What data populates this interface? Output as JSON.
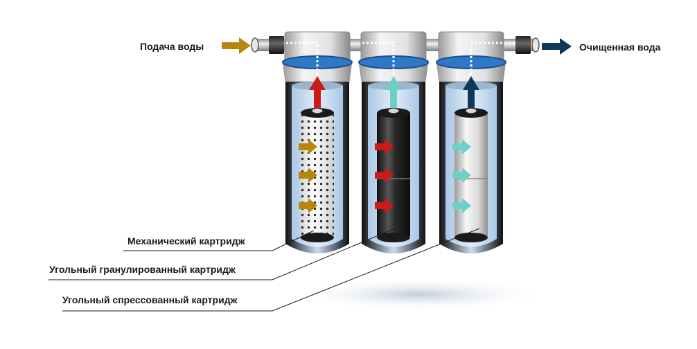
{
  "labels": {
    "water_in": "Подача воды",
    "water_out": "Очищенная вода",
    "cartridge_mechanical": "Механический картридж",
    "cartridge_carbon_granular": "Угольный гранулированный картридж",
    "cartridge_carbon_pressed": "Угольный спрессованный картридж"
  },
  "colors": {
    "inlet_arrow": "#b8860b",
    "outlet_arrow": "#0d3a5c",
    "stage1_flow": "#b8860b",
    "stage1_up": "#cc1a1a",
    "stage2_flow": "#cc1a1a",
    "stage2_up": "#6ecfc4",
    "stage3_flow": "#6ecfc4",
    "stage3_up": "#0d3a5c",
    "water": "#3a7fd0",
    "housing": "#d9e7f5"
  }
}
